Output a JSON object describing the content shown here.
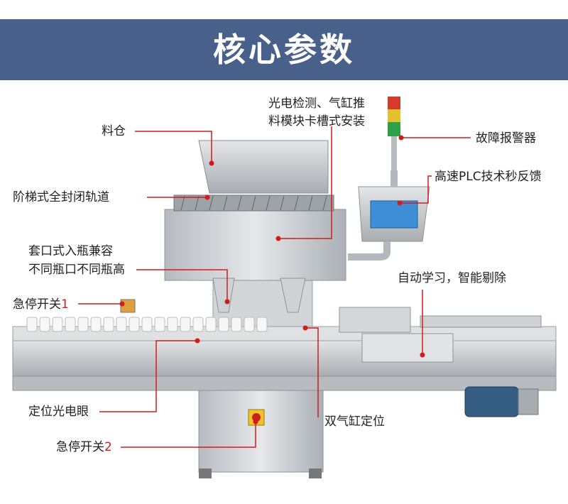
{
  "header": {
    "title": "核心参数"
  },
  "labels": {
    "hopper": "料仓",
    "sealed_track": "阶梯式全封闭轨道",
    "photo_module_line1": "光电检测、气缸推",
    "photo_module_line2": "料模块卡槽式安装",
    "alarm": "故障报警器",
    "plc": "高速PLC技术秒反馈",
    "bottle_line1": "套口式入瓶兼容",
    "bottle_line2": "不同瓶口不同瓶高",
    "auto_learn": "自动学习，智能剔除",
    "estop1_text": "急停开关",
    "estop1_num": "1",
    "positioning_eye": "定位光电眼",
    "double_cylinder": "双气缸定位",
    "estop2_text": "急停开关",
    "estop2_num": "2"
  },
  "colors": {
    "banner": "#48608a",
    "callout": "#d21b1b",
    "stainless": "#c9ccd0"
  }
}
